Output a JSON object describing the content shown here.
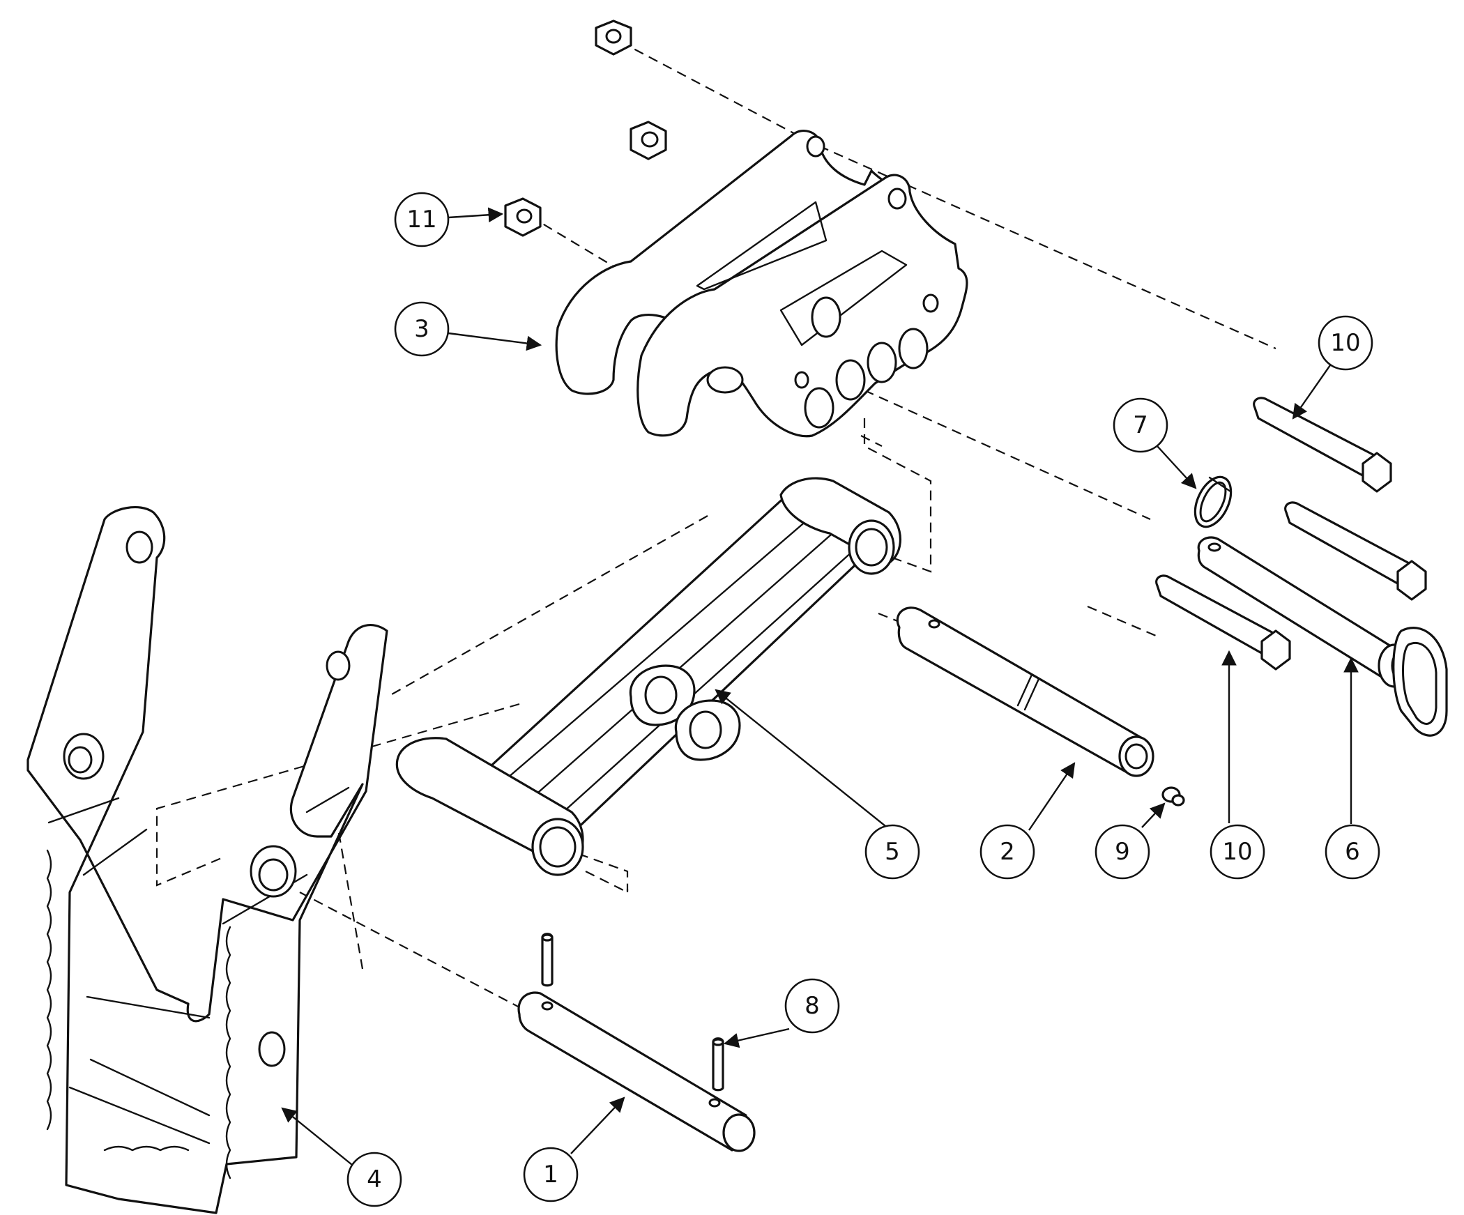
{
  "diagram": {
    "balloons": [
      {
        "id": "b1",
        "label": "1"
      },
      {
        "id": "b2",
        "label": "2"
      },
      {
        "id": "b3",
        "label": "3"
      },
      {
        "id": "b4",
        "label": "4"
      },
      {
        "id": "b5",
        "label": "5"
      },
      {
        "id": "b6",
        "label": "6"
      },
      {
        "id": "b7",
        "label": "7"
      },
      {
        "id": "b8",
        "label": "8"
      },
      {
        "id": "b9",
        "label": "9"
      },
      {
        "id": "b10a",
        "label": "10"
      },
      {
        "id": "b10b",
        "label": "10"
      },
      {
        "id": "b11",
        "label": "11"
      }
    ],
    "colors": {
      "line": "#111111",
      "background": "#ffffff"
    }
  }
}
